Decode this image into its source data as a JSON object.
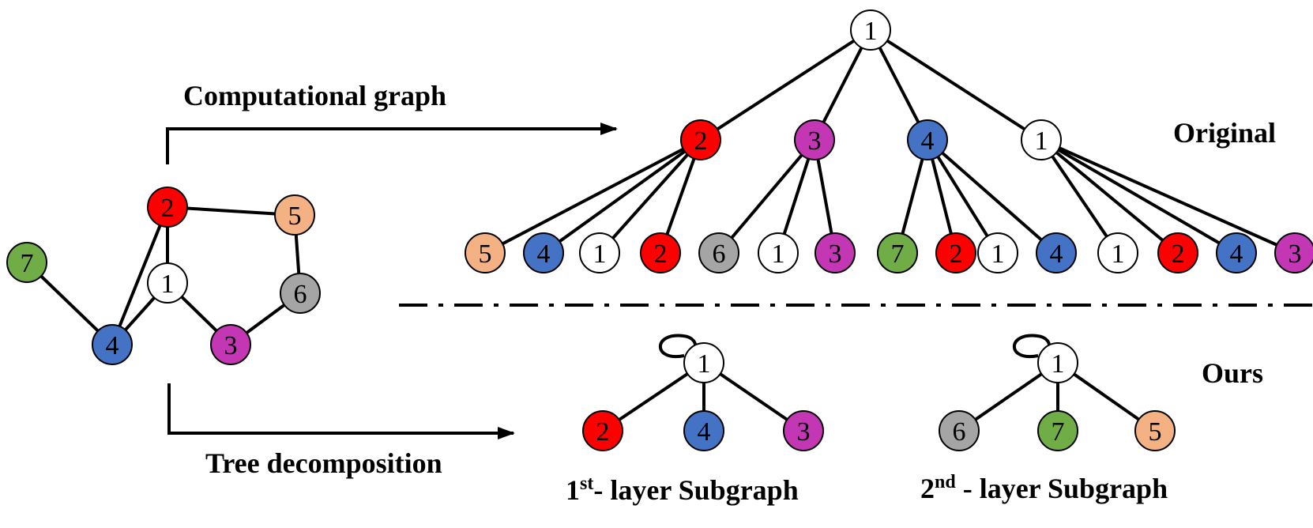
{
  "labels": {
    "computational_graph": "Computational graph",
    "tree_decomposition": "Tree decomposition",
    "original": "Original",
    "ours": "Ours",
    "layer1_num": "1",
    "layer1_sup": "st",
    "layer1_rest": "- layer Subgraph",
    "layer2_num": "2",
    "layer2_sup": "nd",
    "layer2_rest": " - layer Subgraph"
  },
  "colors": {
    "1": "#ffffff",
    "2": "#ff0000",
    "3": "#c336b4",
    "4": "#4472c4",
    "5": "#f4b183",
    "6": "#a5a5a5",
    "7": "#70ad47"
  },
  "input_graph": {
    "nodes": [
      "1",
      "2",
      "3",
      "4",
      "5",
      "6",
      "7"
    ],
    "edges": [
      [
        "2",
        "5"
      ],
      [
        "2",
        "1"
      ],
      [
        "2",
        "4"
      ],
      [
        "1",
        "4"
      ],
      [
        "1",
        "3"
      ],
      [
        "3",
        "6"
      ],
      [
        "6",
        "5"
      ],
      [
        "7",
        "4"
      ]
    ]
  },
  "original_tree": {
    "root": "1",
    "level1": [
      "2",
      "3",
      "4",
      "1"
    ],
    "level2": [
      [
        "5",
        "4",
        "1",
        "2"
      ],
      [
        "6",
        "1",
        "3"
      ],
      [
        "7",
        "2",
        "1",
        "4"
      ],
      [
        "1",
        "2",
        "4",
        "3"
      ]
    ]
  },
  "ours": {
    "subgraph1": {
      "center": "1",
      "children": [
        "2",
        "4",
        "3"
      ]
    },
    "subgraph2": {
      "center": "1",
      "children": [
        "6",
        "7",
        "5"
      ]
    }
  }
}
